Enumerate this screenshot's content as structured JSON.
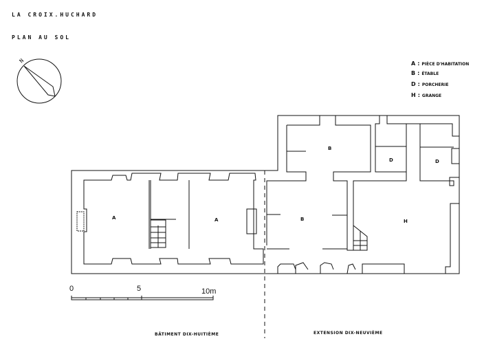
{
  "title": "LA CROIX.HUCHARD",
  "subtitle": "PLAN AU SOL",
  "north_label": "N",
  "legend": [
    {
      "key": "A",
      "sep": ":",
      "label": "PIÈCE D'HABITATION"
    },
    {
      "key": "B",
      "sep": ":",
      "label": "ÉTABLE"
    },
    {
      "key": "D",
      "sep": ":",
      "label": "PORCHERIE"
    },
    {
      "key": "H",
      "sep": ":",
      "label": "GRANGE"
    }
  ],
  "rooms": [
    "A",
    "A",
    "B",
    "B",
    "D",
    "D",
    "H"
  ],
  "scale": {
    "zero": "0",
    "mid": "5",
    "end": "10m"
  },
  "captions": {
    "left": "BÂTIMENT DIX-HUITIÈME",
    "right": "EXTENSION DIX-NEUVIÈME"
  }
}
